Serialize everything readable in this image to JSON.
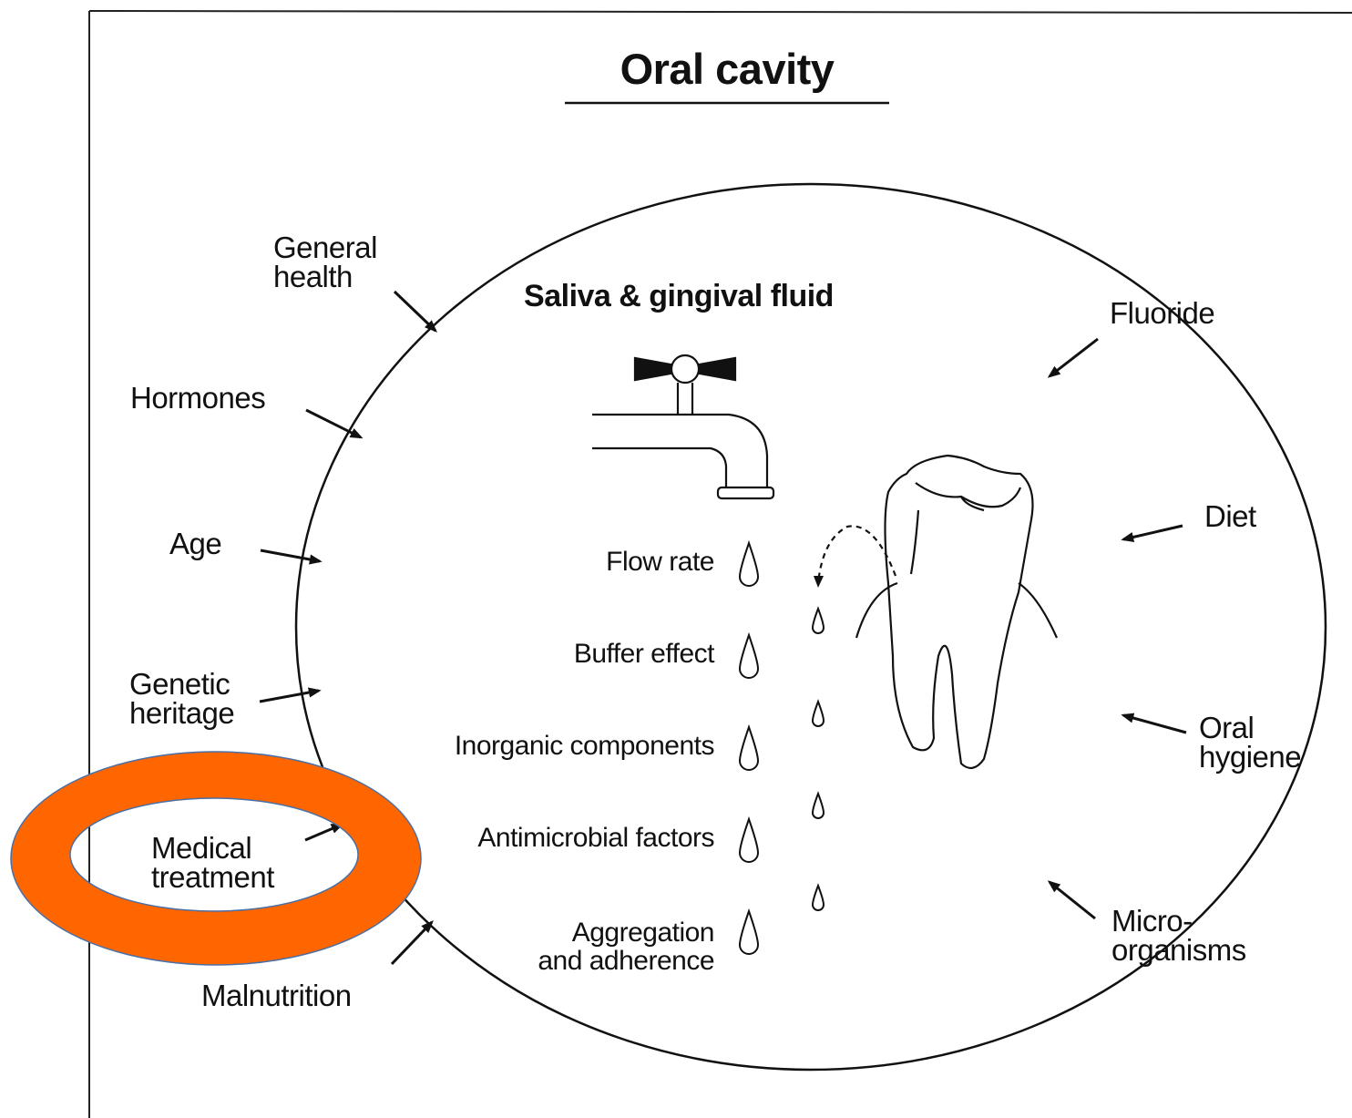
{
  "title": "Oral cavity",
  "center_title": "Saliva & gingival fluid",
  "saliva_properties": [
    "Flow rate",
    "Buffer effect",
    "Inorganic components",
    "Antimicrobial factors",
    "Aggregation\nand adherence"
  ],
  "factors": {
    "general_health": "General\nhealth",
    "hormones": "Hormones",
    "age": "Age",
    "genetic_heritage": "Genetic\nheritage",
    "medical_treatment": "Medical\ntreatment",
    "malnutrition": "Malnutrition",
    "fluoride": "Fluoride",
    "diet": "Diet",
    "oral_hygiene": "Oral\nhygiene",
    "microorganisms": "Micro-\norganisms"
  },
  "colors": {
    "highlight_ring": "#FF6600",
    "highlight_ring_edge": "#4a6fa5",
    "ink": "#111111"
  },
  "icons": [
    "faucet-icon",
    "tooth-icon",
    "drop-icon",
    "arrow-icon"
  ]
}
